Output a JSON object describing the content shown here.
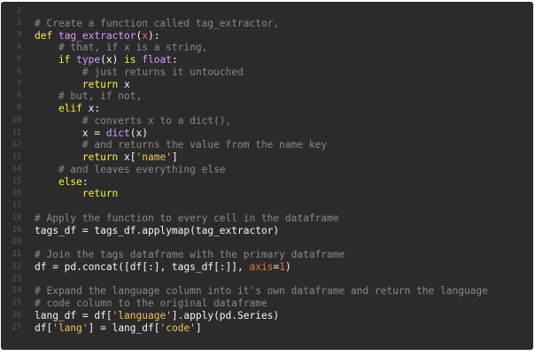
{
  "editor": {
    "lines": [
      {
        "n": "1",
        "tokens": []
      },
      {
        "n": "2",
        "tokens": [
          {
            "t": "# Create a function called tag_extractor,",
            "c": "comment"
          }
        ]
      },
      {
        "n": "3",
        "tokens": [
          {
            "t": "def ",
            "c": "kw"
          },
          {
            "t": "tag_extractor",
            "c": "fn"
          },
          {
            "t": "(",
            "c": "plain"
          },
          {
            "t": "x",
            "c": "param"
          },
          {
            "t": "):",
            "c": "plain"
          }
        ]
      },
      {
        "n": "4",
        "tokens": [
          {
            "t": "    # that, if x is a string,",
            "c": "comment"
          }
        ]
      },
      {
        "n": "5",
        "tokens": [
          {
            "t": "    if ",
            "c": "kw"
          },
          {
            "t": "type",
            "c": "builtin"
          },
          {
            "t": "(x) ",
            "c": "plain"
          },
          {
            "t": "is ",
            "c": "kw"
          },
          {
            "t": "float",
            "c": "builtin"
          },
          {
            "t": ":",
            "c": "plain"
          }
        ]
      },
      {
        "n": "6",
        "tokens": [
          {
            "t": "        # just returns it untouched",
            "c": "comment"
          }
        ]
      },
      {
        "n": "7",
        "tokens": [
          {
            "t": "        return ",
            "c": "kw"
          },
          {
            "t": "x",
            "c": "plain"
          }
        ]
      },
      {
        "n": "8",
        "tokens": [
          {
            "t": "    # but, if not,",
            "c": "comment"
          }
        ]
      },
      {
        "n": "9",
        "tokens": [
          {
            "t": "    elif ",
            "c": "kw"
          },
          {
            "t": "x:",
            "c": "plain"
          }
        ]
      },
      {
        "n": "10",
        "tokens": [
          {
            "t": "        # converts x to a dict(),",
            "c": "comment"
          }
        ]
      },
      {
        "n": "11",
        "tokens": [
          {
            "t": "        x = ",
            "c": "plain"
          },
          {
            "t": "dict",
            "c": "builtin"
          },
          {
            "t": "(x)",
            "c": "plain"
          }
        ]
      },
      {
        "n": "12",
        "tokens": [
          {
            "t": "        # and returns the value from the name key",
            "c": "comment"
          }
        ]
      },
      {
        "n": "13",
        "tokens": [
          {
            "t": "        return ",
            "c": "kw"
          },
          {
            "t": "x[",
            "c": "plain"
          },
          {
            "t": "'name'",
            "c": "str"
          },
          {
            "t": "]",
            "c": "plain"
          }
        ]
      },
      {
        "n": "14",
        "tokens": [
          {
            "t": "    # and leaves everything else",
            "c": "comment"
          }
        ]
      },
      {
        "n": "15",
        "tokens": [
          {
            "t": "    else",
            "c": "kw"
          },
          {
            "t": ":",
            "c": "plain"
          }
        ]
      },
      {
        "n": "16",
        "tokens": [
          {
            "t": "        return",
            "c": "kw"
          }
        ]
      },
      {
        "n": "17",
        "tokens": []
      },
      {
        "n": "18",
        "tokens": [
          {
            "t": "# Apply the function to every cell in the dataframe",
            "c": "comment"
          }
        ]
      },
      {
        "n": "19",
        "tokens": [
          {
            "t": "tags_df = tags_df.applymap(tag_extractor)",
            "c": "plain"
          }
        ]
      },
      {
        "n": "20",
        "tokens": []
      },
      {
        "n": "21",
        "tokens": [
          {
            "t": "# Join the tags dataframe with the primary dataframe",
            "c": "comment"
          }
        ]
      },
      {
        "n": "22",
        "tokens": [
          {
            "t": "df = pd.concat([df[:], tags_df[:]], ",
            "c": "plain"
          },
          {
            "t": "axis",
            "c": "param"
          },
          {
            "t": "=",
            "c": "plain"
          },
          {
            "t": "1",
            "c": "num"
          },
          {
            "t": ")",
            "c": "plain"
          }
        ]
      },
      {
        "n": "23",
        "tokens": []
      },
      {
        "n": "24",
        "tokens": [
          {
            "t": "# Expand the language column into it's own dataframe and return the language",
            "c": "comment"
          }
        ]
      },
      {
        "n": "25",
        "tokens": [
          {
            "t": "# code column to the original dataframe",
            "c": "comment"
          }
        ]
      },
      {
        "n": "26",
        "tokens": [
          {
            "t": "lang_df = df[",
            "c": "plain"
          },
          {
            "t": "'language'",
            "c": "str"
          },
          {
            "t": "].apply(pd.Series)",
            "c": "plain"
          }
        ]
      },
      {
        "n": "27",
        "tokens": [
          {
            "t": "df[",
            "c": "plain"
          },
          {
            "t": "'lang'",
            "c": "str"
          },
          {
            "t": "] = lang_df[",
            "c": "plain"
          },
          {
            "t": "'code'",
            "c": "str"
          },
          {
            "t": "]",
            "c": "plain"
          }
        ]
      }
    ]
  },
  "colors": {
    "background": "#2b2b2b",
    "keyword": "#f9ee3a",
    "function": "#d79cff",
    "string": "#f2c74e",
    "number": "#ff6b3d",
    "comment": "#8a8a8a",
    "text": "#f8f8f2",
    "line_number": "#5a5a5a"
  }
}
